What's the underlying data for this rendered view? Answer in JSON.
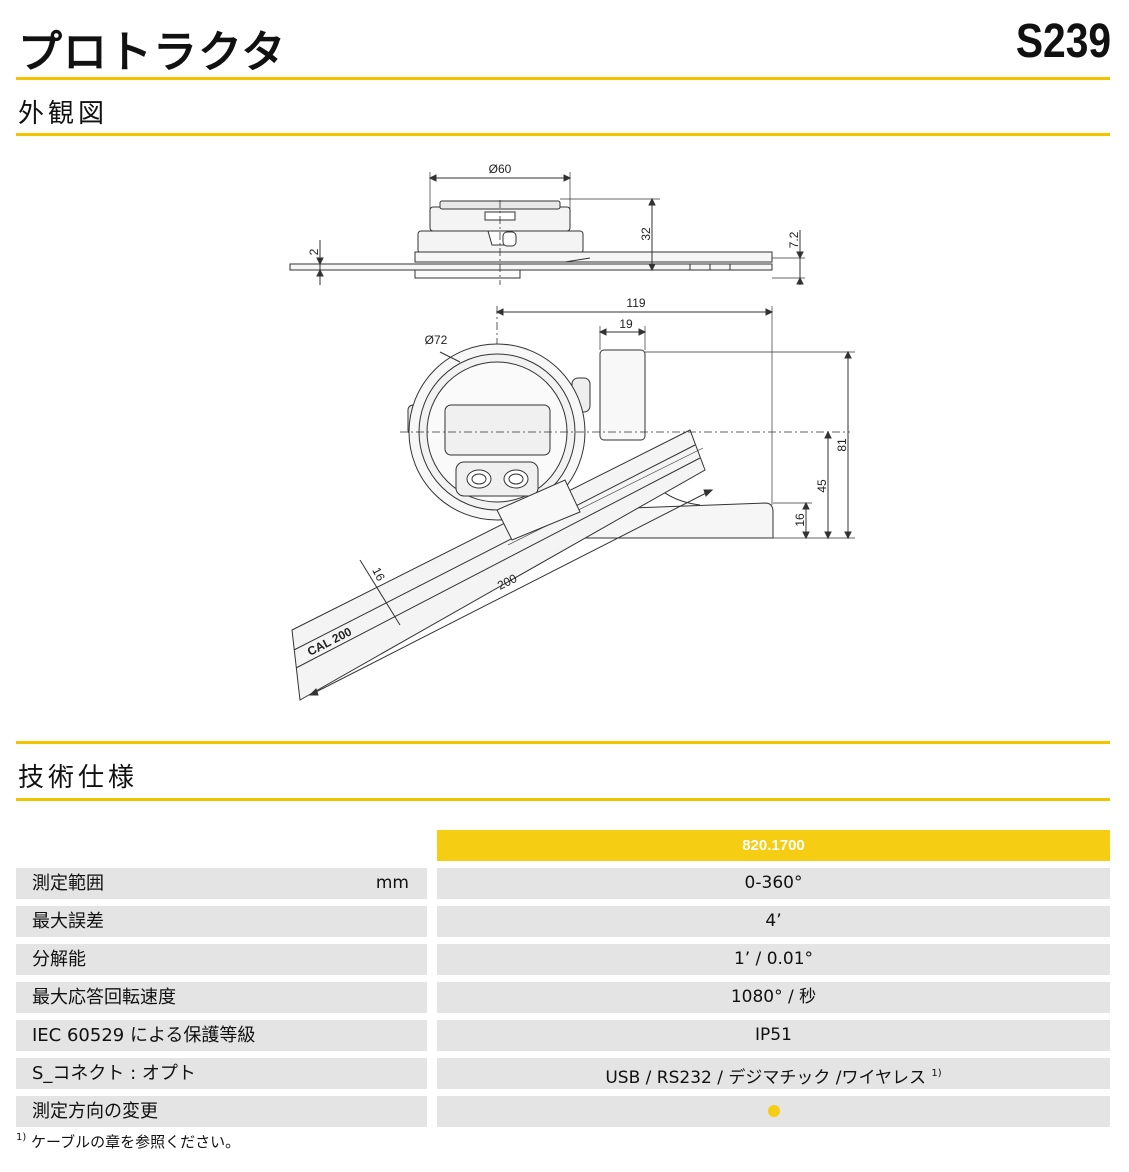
{
  "header": {
    "title": "プロトラクタ",
    "code": "S239"
  },
  "sections": {
    "appearance": "外観図",
    "specs": "技術仕様"
  },
  "drawing": {
    "labels": {
      "d60": "Ø60",
      "h32": "32",
      "h72": "7.2",
      "h2": "2",
      "w119": "119",
      "w19": "19",
      "d72": "Ø72",
      "h81": "81",
      "h45": "45",
      "h16": "16",
      "w16": "16",
      "l200": "200",
      "engrave": "CAL 200"
    }
  },
  "table": {
    "header": "820.1700",
    "rows": [
      {
        "label": "測定範囲",
        "unit": "mm",
        "value": "0-360°"
      },
      {
        "label": "最大誤差",
        "unit": "",
        "value": "4’"
      },
      {
        "label": "分解能",
        "unit": "",
        "value": "1’ / 0.01°"
      },
      {
        "label": "最大応答回転速度",
        "unit": "",
        "value": "1080° / 秒"
      },
      {
        "label": "IEC 60529 による保護等級",
        "unit": "",
        "value": "IP51"
      },
      {
        "label": "S_コネクト : オプト",
        "unit": "",
        "value": "USB / RS232 / デジマチック /ワイヤレス",
        "note": "1)"
      },
      {
        "label": "測定方向の変更",
        "unit": "",
        "value": "",
        "icon": "yes-dot-icon"
      }
    ]
  },
  "footnote": {
    "mark": "1)",
    "text": "ケーブルの章を参照ください。"
  },
  "colors": {
    "accent": "#f5cd12",
    "row_bg": "#e4e4e4"
  }
}
